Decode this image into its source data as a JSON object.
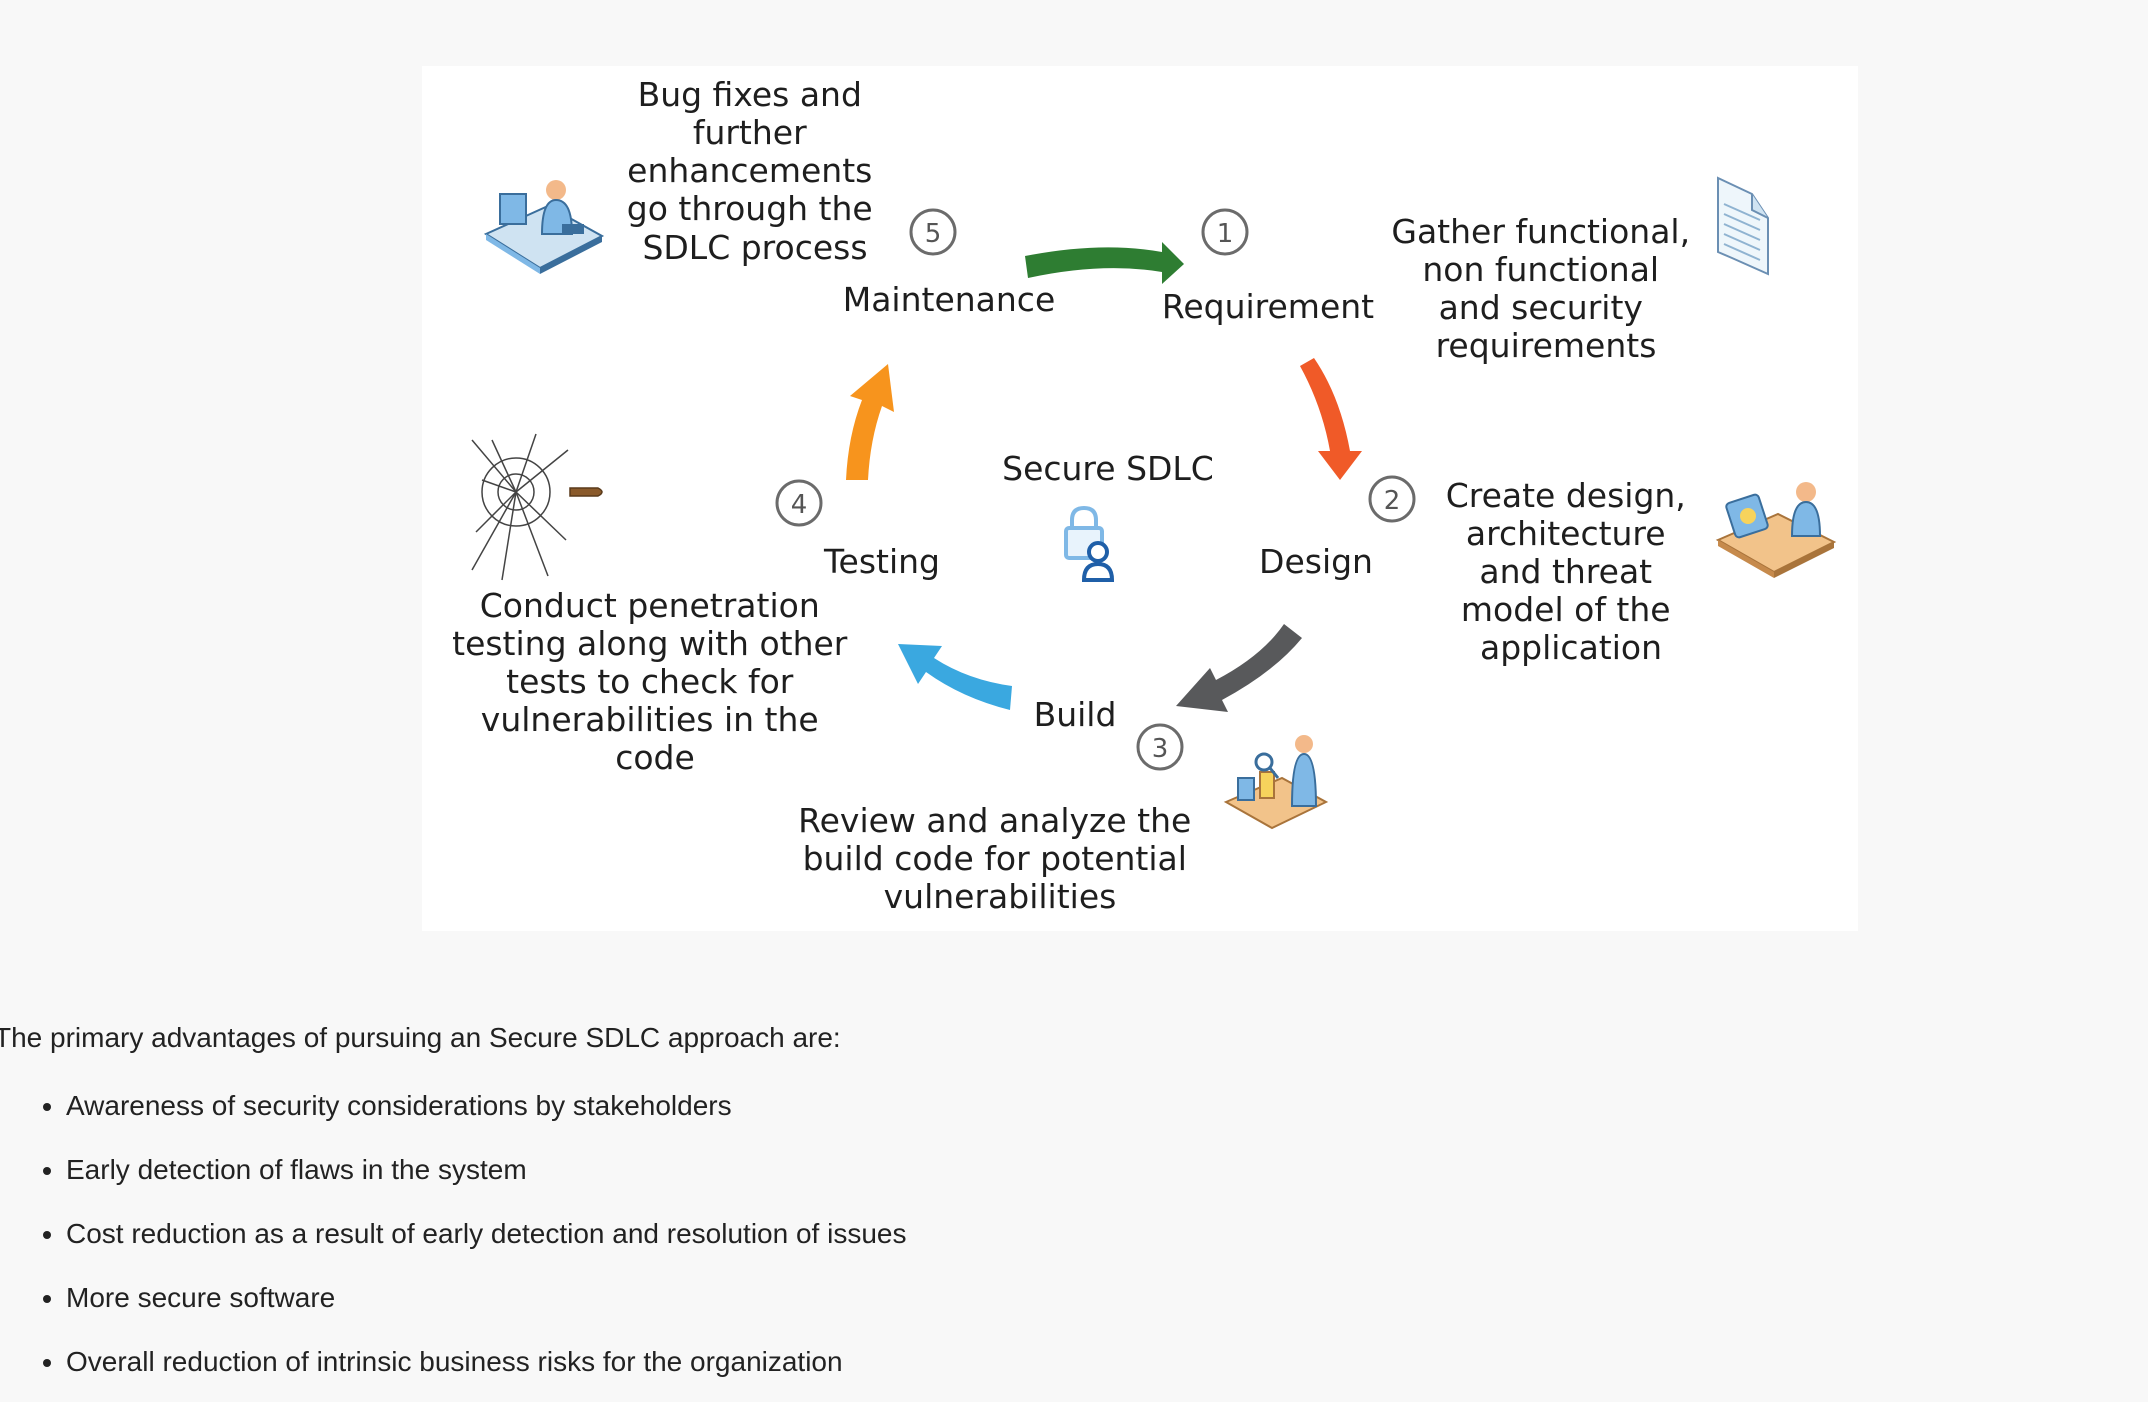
{
  "diagram": {
    "center_label": "Secure SDLC",
    "stages": [
      {
        "number": "1",
        "name": "Requirement",
        "description": [
          "Gather functional,",
          "non functional",
          "and security",
          "requirements"
        ],
        "icon": "document-icon",
        "arrow_color": "#f05a28"
      },
      {
        "number": "2",
        "name": "Design",
        "description": [
          "Create design,",
          "architecture",
          "and threat",
          "model of the",
          "application"
        ],
        "icon": "designer-at-desk-icon",
        "arrow_color": "#58595b"
      },
      {
        "number": "3",
        "name": "Build",
        "description": [
          "Review and analyze the",
          "build code for potential",
          "vulnerabilities"
        ],
        "icon": "builder-inspecting-icon",
        "arrow_color": "#3aa8e0"
      },
      {
        "number": "4",
        "name": "Testing",
        "description": [
          "Conduct penetration",
          "testing along with other",
          "tests to check for",
          "vulnerabilities in the",
          "code"
        ],
        "icon": "shattered-glass-bullet-icon",
        "arrow_color": "#f7941d"
      },
      {
        "number": "5",
        "name": "Maintenance",
        "description": [
          "Bug fixes and",
          "further",
          "enhancements",
          "go through the",
          "SDLC process"
        ],
        "icon": "person-at-computer-icon",
        "arrow_color": "#2e7d32"
      }
    ],
    "center_icon": "lock-user-icon"
  },
  "intro_text": "The primary advantages of pursuing an Secure SDLC approach are:",
  "advantages": [
    "Awareness of security considerations by stakeholders",
    "Early detection of flaws in the system",
    "Cost reduction as a result of early detection and resolution of issues",
    "More secure software",
    "Overall reduction of intrinsic business risks for the organization"
  ]
}
